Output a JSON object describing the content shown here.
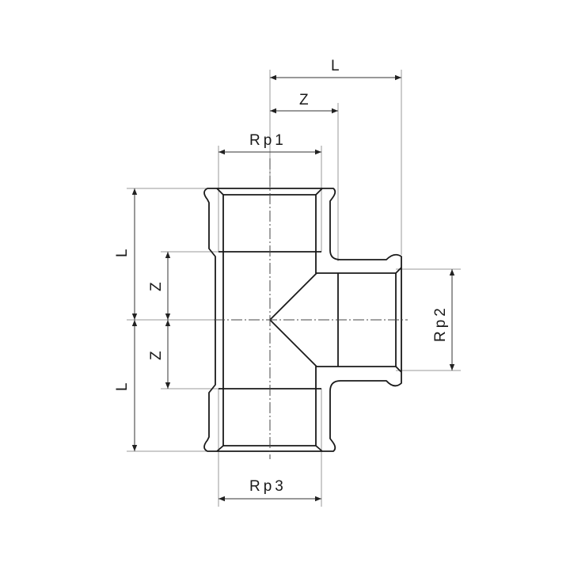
{
  "drawing": {
    "labels": {
      "top_L": "L",
      "top_Z": "Z",
      "rp1": "Rp1",
      "rp2": "Rp2",
      "rp3": "Rp3",
      "left_L_upper": "L",
      "left_Z_upper": "Z",
      "left_Z_lower": "Z",
      "left_L_lower": "L"
    },
    "colors": {
      "line": "#1a1a1a",
      "extension": "#9a9a9a"
    }
  }
}
